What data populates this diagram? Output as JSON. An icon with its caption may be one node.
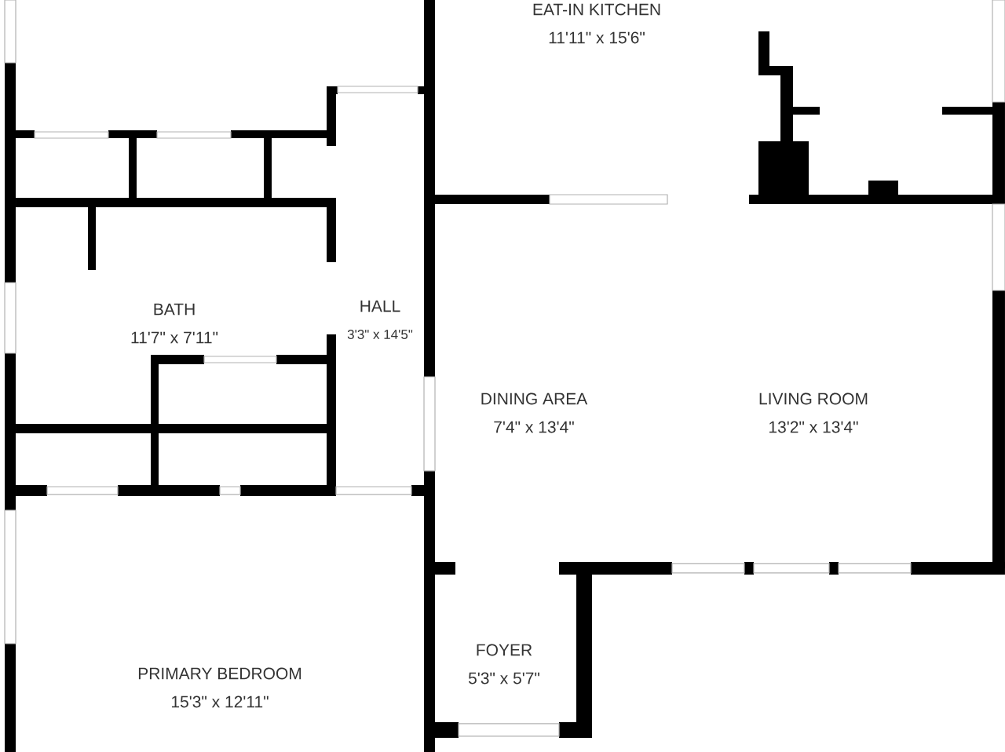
{
  "diagram": {
    "labels": [
      "EAT-IN KITCHEN",
      "11'11\" x 15'6\"",
      "BATH",
      "11'7\" x 7'11\"",
      "HALL",
      "3'3\" x 14'5\"",
      "DINING AREA",
      "7'4\" x 13'4\"",
      "LIVING ROOM",
      "13'2\" x 13'4\"",
      "FOYER",
      "5'3\" x 5'7\"",
      "PRIMARY BEDROOM",
      "15'3\" x 12'11\""
    ]
  }
}
